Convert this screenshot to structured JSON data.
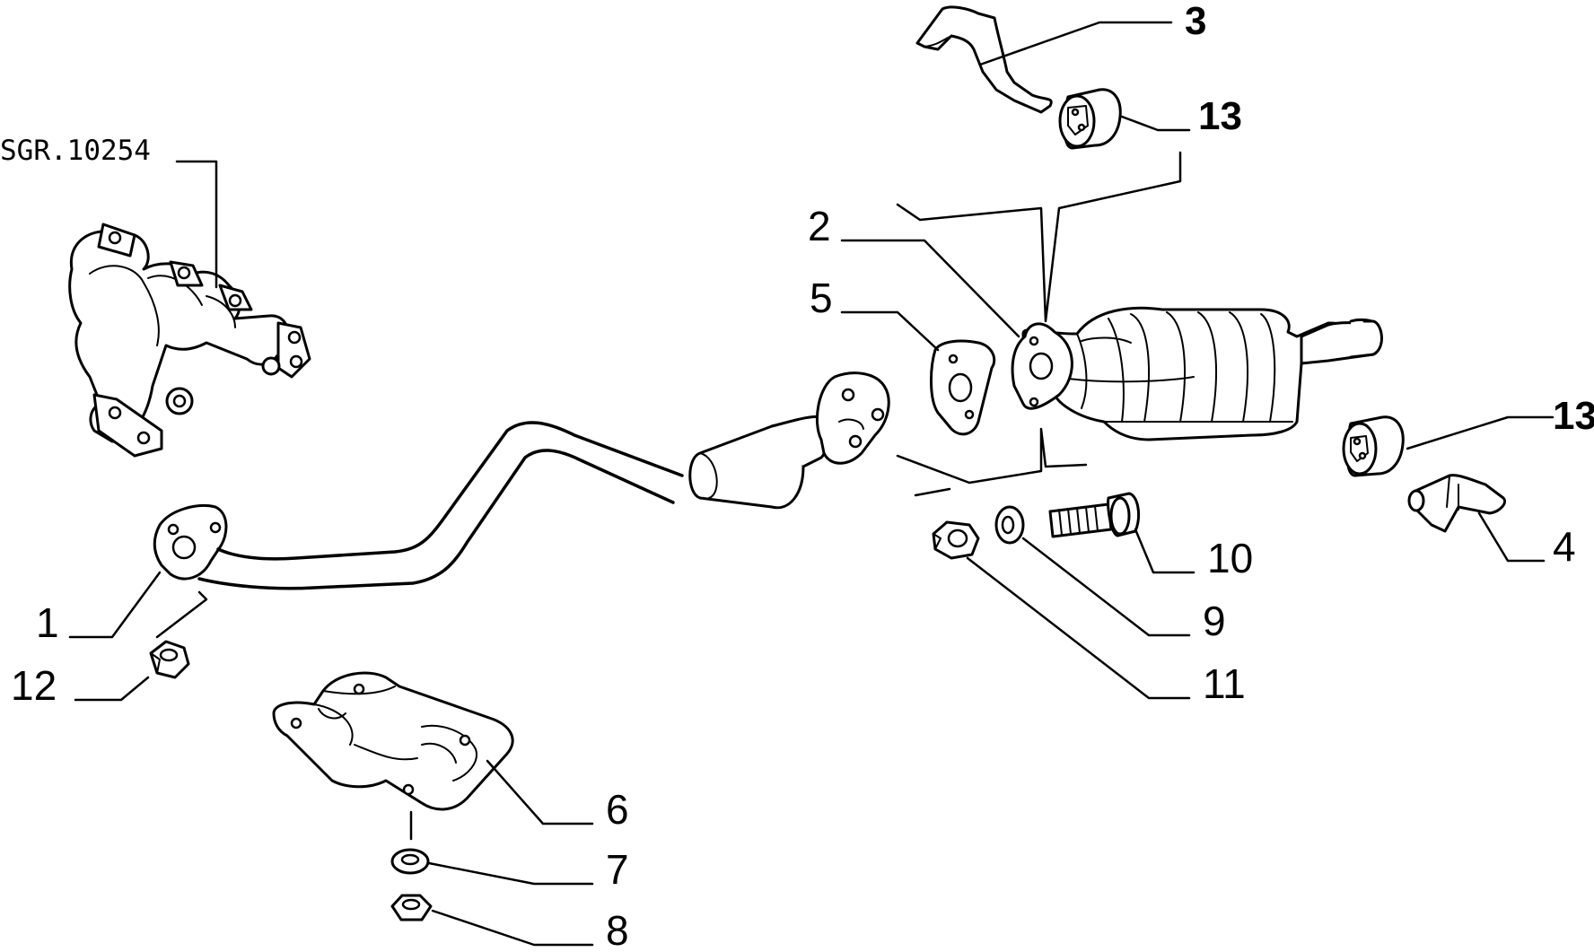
{
  "reference": "SGR.10254",
  "callouts": {
    "c1": "1",
    "c2": "2",
    "c3": "3",
    "c4": "4",
    "c5": "5",
    "c6": "6",
    "c7": "7",
    "c8": "8",
    "c9": "9",
    "c10": "10",
    "c11": "11",
    "c12": "12",
    "c13a": "13",
    "c13b": "13"
  },
  "colors": {
    "line": "#000000",
    "background": "#ffffff"
  }
}
